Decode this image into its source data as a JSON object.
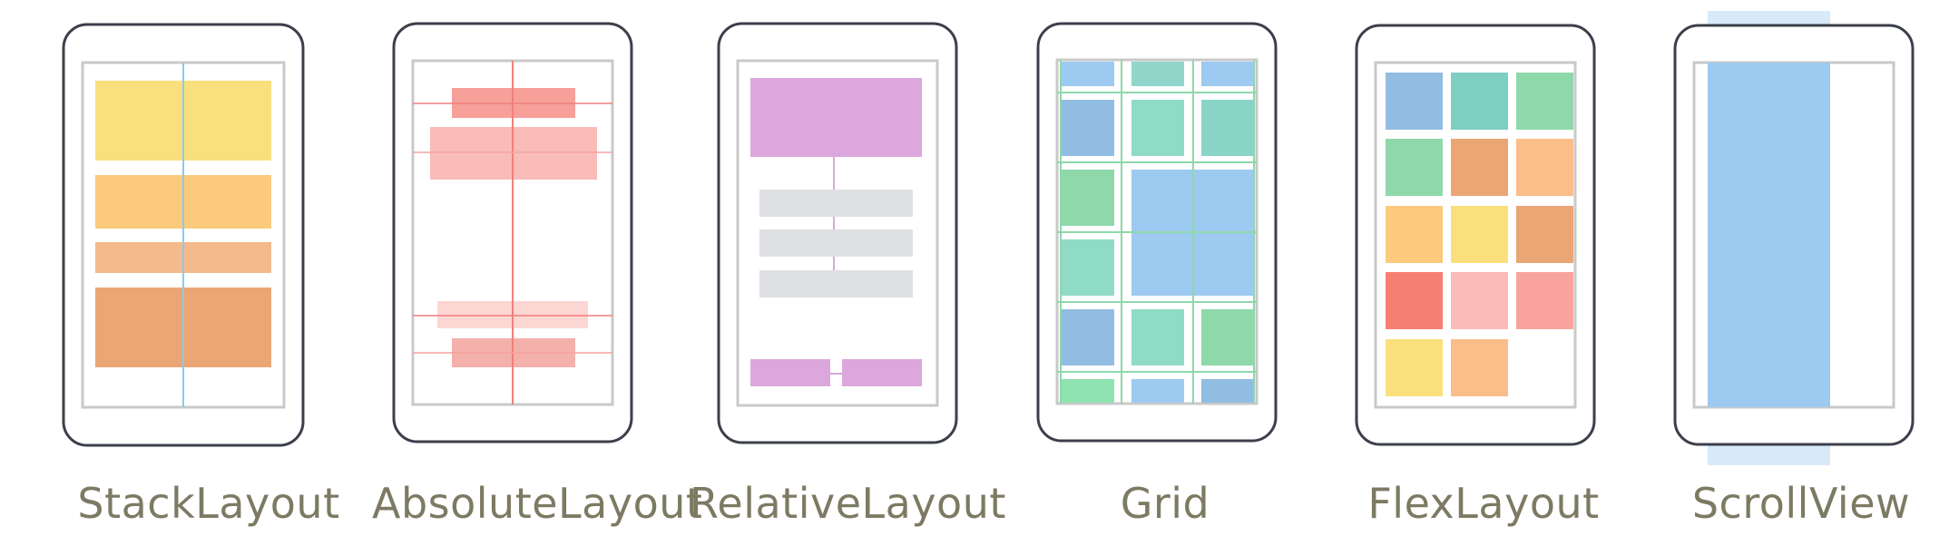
{
  "panels": [
    {
      "name": "stack-layout",
      "label": "StackLayout"
    },
    {
      "name": "absolute-layout",
      "label": "AbsoluteLayout"
    },
    {
      "name": "relative-layout",
      "label": "RelativeLayout"
    },
    {
      "name": "grid",
      "label": "Grid"
    },
    {
      "name": "flex-layout",
      "label": "FlexLayout"
    },
    {
      "name": "scroll-view",
      "label": "ScrollView"
    }
  ],
  "colors": {
    "phone_border": "#3c3f4b",
    "screen_border": "#c9c9c9",
    "label_text": "#7d7a63",
    "yellow": "#f9e07d",
    "light_orange": "#fbca7c",
    "peach": "#f5ba8b",
    "tan": "#eba676",
    "coral": "#f48f87",
    "pink_light": "#f9bcb8",
    "purple": "#dba7dc",
    "gray": "#dee0e3",
    "blue": "#9dcaf0",
    "steel_blue": "#92bde2",
    "teal": "#7dcfc1",
    "mint": "#8fdbc6",
    "green": "#8ed8aa",
    "red": "#f67f74"
  }
}
